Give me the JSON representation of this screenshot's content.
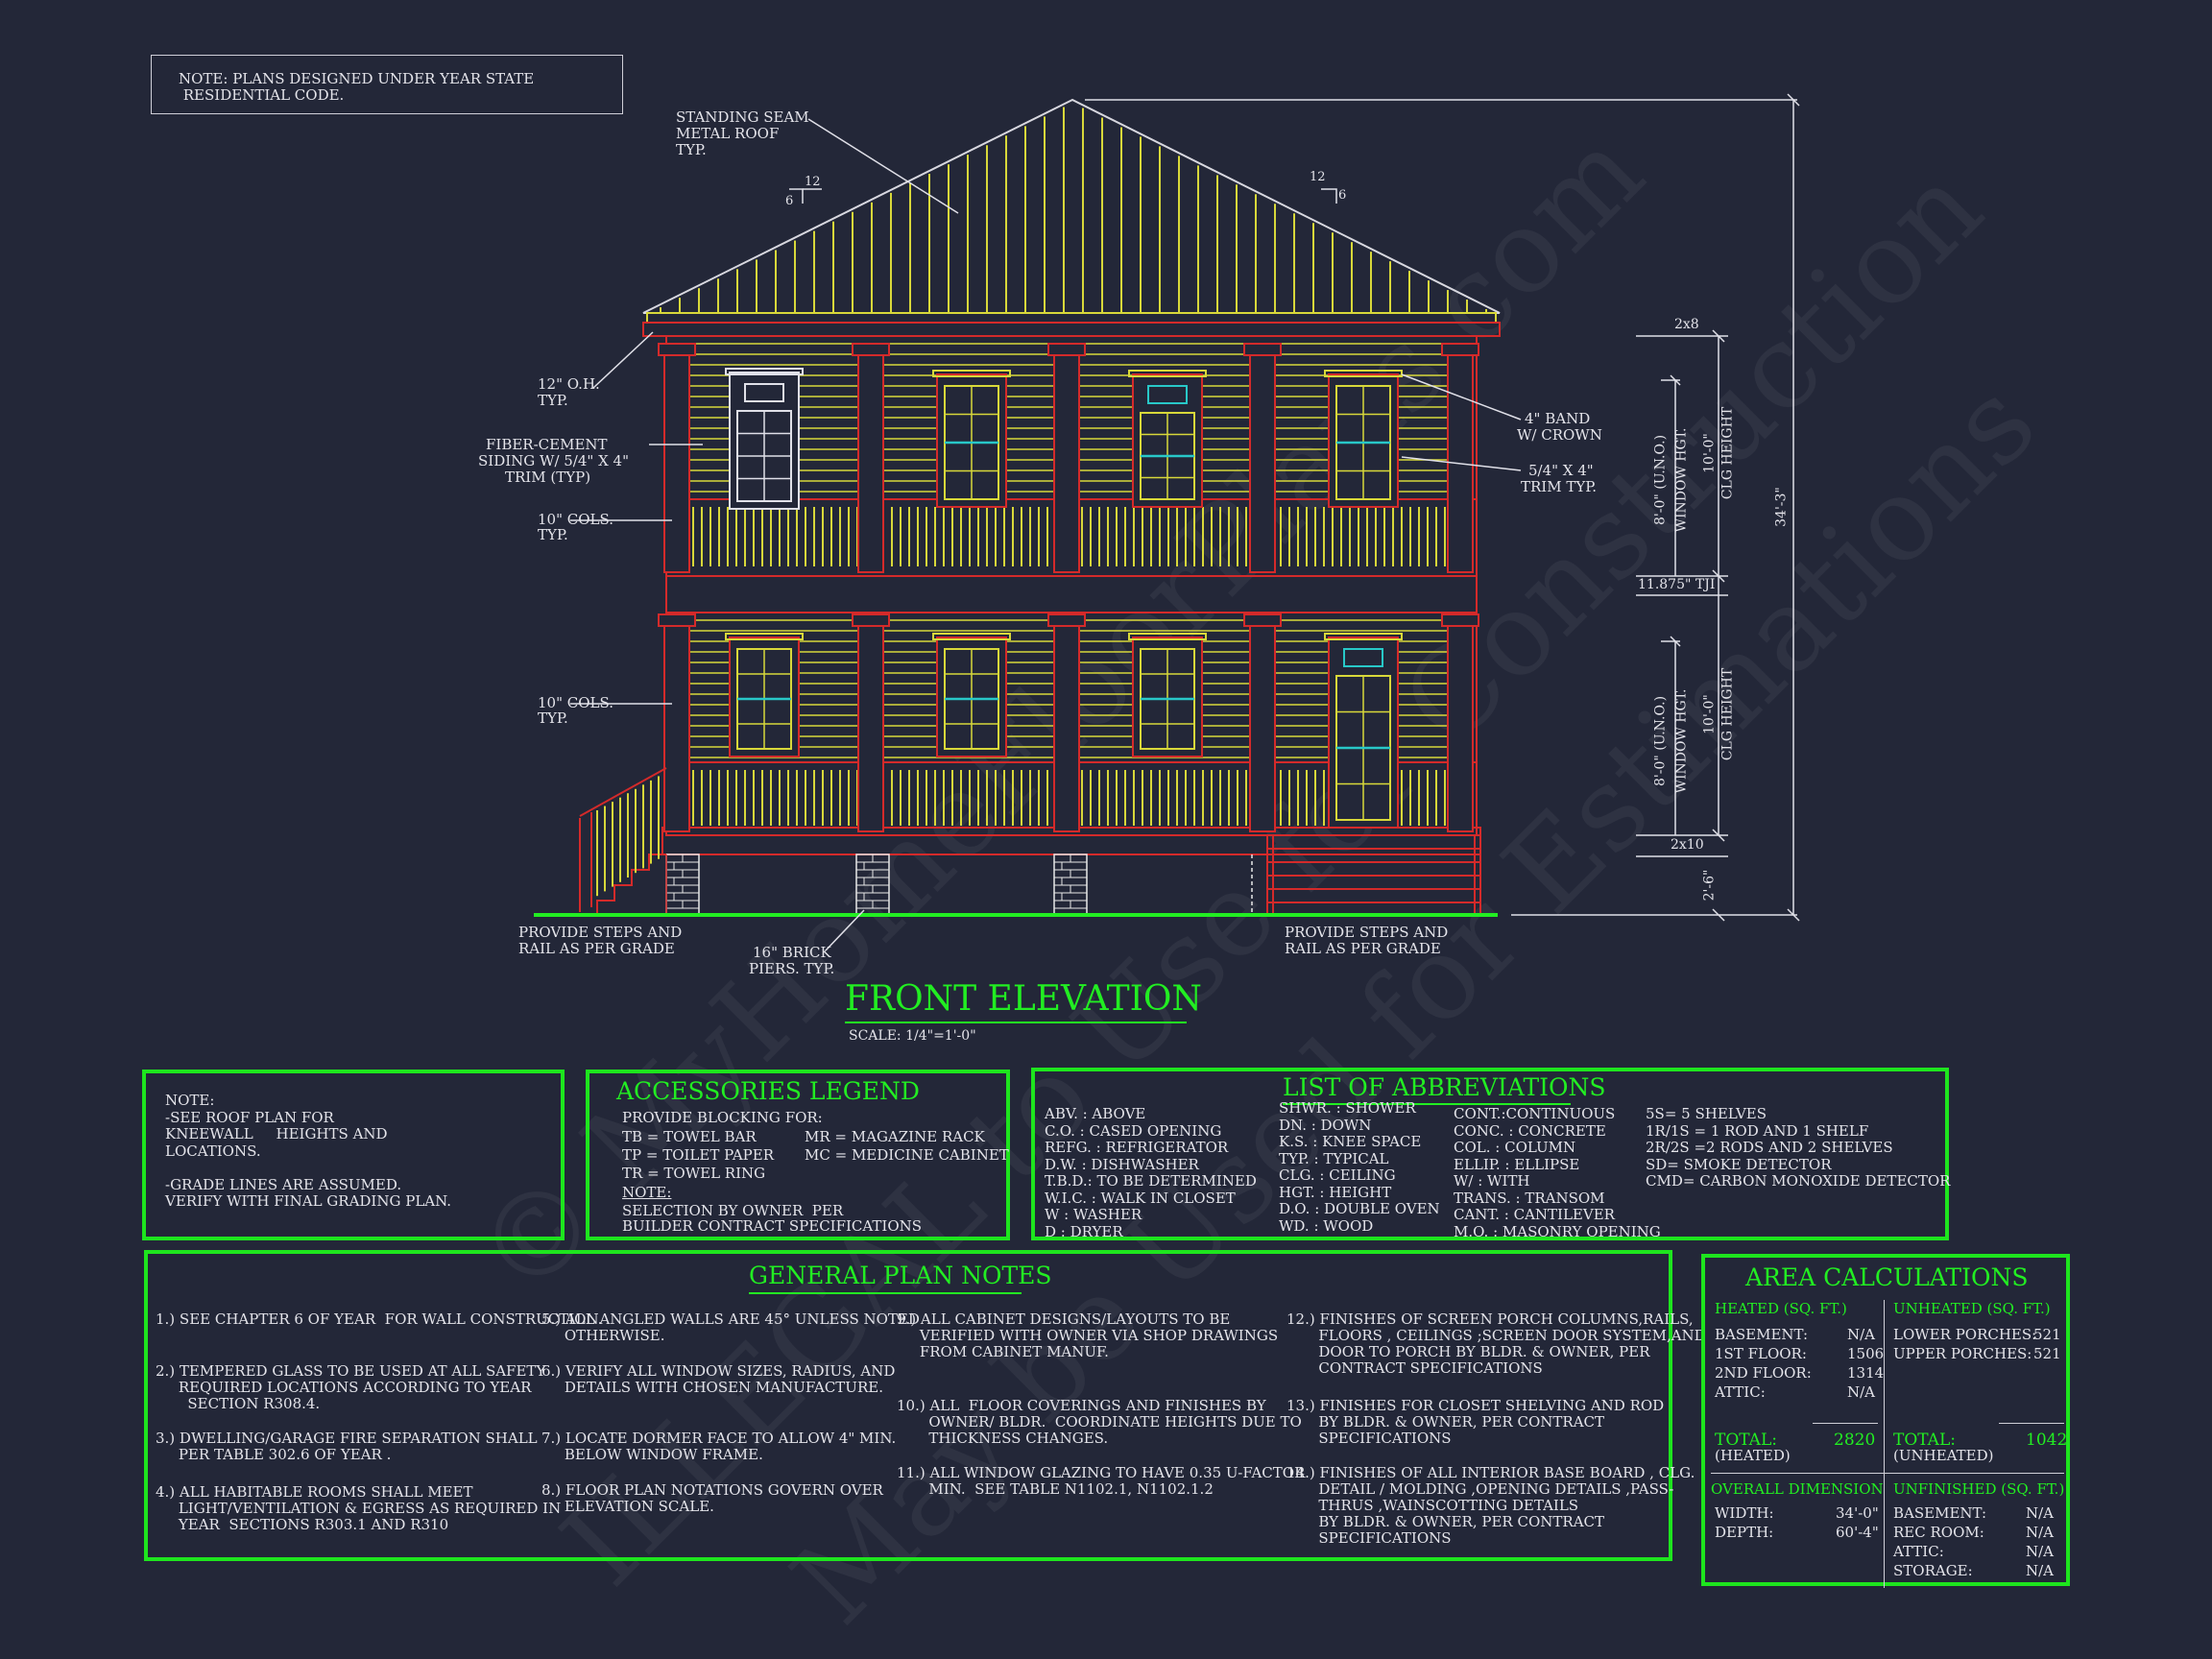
{
  "top_note": [
    "NOTE: PLANS DESIGNED UNDER YEAR STATE",
    " RESIDENTIAL CODE."
  ],
  "callouts": {
    "roof": [
      "STANDING SEAM",
      "METAL ROOF",
      "TYP."
    ],
    "pitch_left_rise": "12",
    "pitch_left_run": "6",
    "pitch_right_rise": "12",
    "pitch_right_run": "6",
    "overhang": [
      "12\" O.H.",
      "TYP."
    ],
    "siding": [
      "FIBER-CEMENT",
      "SIDING W/ 5/4\" X 4\"",
      "TRIM (TYP)"
    ],
    "cols_upper": [
      "10\" COLS.",
      "TYP."
    ],
    "cols_lower": [
      "10\" COLS.",
      "TYP."
    ],
    "band": [
      "4\" BAND",
      "W/ CROWN"
    ],
    "trim": [
      "5/4\" X 4\"",
      "TRIM TYP."
    ],
    "steps_left": [
      "PROVIDE STEPS AND",
      "RAIL AS PER GRADE"
    ],
    "piers": [
      "16\" BRICK",
      "PIERS. TYP."
    ],
    "steps_right": [
      "PROVIDE STEPS AND",
      "RAIL AS PER GRADE"
    ]
  },
  "dimensions": {
    "top_joist": "2x8",
    "window_hgt_upper": "8'-0\" (U.N.O.)",
    "window_hgt_label_upper": "WINDOW HGT.",
    "clg_upper": "10'-0\"",
    "clg_label_upper": "CLG HEIGHT",
    "tji": "11.875\" TJI",
    "window_hgt_lower": "8'-0\" (U.N.O.)",
    "window_hgt_label_lower": "WINDOW HGT.",
    "clg_lower": "10'-0\"",
    "clg_label_lower": "CLG HEIGHT",
    "floor_joist": "2x10",
    "foundation": "2'-6\"",
    "total_height": "34'-3\""
  },
  "title": "FRONT ELEVATION",
  "scale": "SCALE: 1/4\"=1'-0\"",
  "note_box": [
    "NOTE:",
    "-SEE ROOF PLAN FOR",
    "KNEEWALL     HEIGHTS AND",
    "LOCATIONS.",
    "",
    "-GRADE LINES ARE ASSUMED.",
    "VERIFY WITH FINAL GRADING PLAN."
  ],
  "accessories": {
    "title": "ACCESSORIES LEGEND",
    "intro": "PROVIDE BLOCKING FOR:",
    "col1": [
      "TB = TOWEL BAR",
      "TP = TOILET PAPER",
      "TR = TOWEL RING"
    ],
    "col2": [
      "MR = MAGAZINE RACK",
      "MC = MEDICINE CABINET"
    ],
    "note_label": "NOTE:",
    "note": [
      "SELECTION BY OWNER  PER",
      "BUILDER CONTRACT SPECIFICATIONS"
    ]
  },
  "abbreviations": {
    "title": "LIST OF ABBREVIATIONS",
    "col1": [
      "ABV. : ABOVE",
      "C.O. : CASED OPENING",
      "REFG. : REFRIGERATOR",
      "D.W. : DISHWASHER",
      "T.B.D.: TO BE DETERMINED",
      "W.I.C. : WALK IN CLOSET",
      "W : WASHER",
      "D : DRYER"
    ],
    "col2": [
      "SHWR. : SHOWER",
      "DN. : DOWN",
      "K.S. : KNEE SPACE",
      "TYP. : TYPICAL",
      "CLG. : CEILING",
      "HGT. : HEIGHT",
      "D.O. : DOUBLE OVEN",
      "WD. : WOOD"
    ],
    "col3": [
      "CONT.:CONTINUOUS",
      "CONC. : CONCRETE",
      "COL. : COLUMN",
      "ELLIP. : ELLIPSE",
      "W/ : WITH",
      "TRANS. : TRANSOM",
      "CANT. : CANTILEVER",
      "M.O. : MASONRY OPENING"
    ],
    "col4": [
      "5S= 5 SHELVES",
      "1R/1S = 1 ROD AND 1 SHELF",
      "2R/2S =2 RODS AND 2 SHELVES",
      "SD= SMOKE DETECTOR",
      "CMD= CARBON MONOXIDE DETECTOR"
    ]
  },
  "general_notes": {
    "title": "GENERAL PLAN NOTES",
    "n1": [
      "1.) SEE CHAPTER 6 OF YEAR  FOR WALL CONSTRUCTION."
    ],
    "n2": [
      "2.) TEMPERED GLASS TO BE USED AT ALL SAFETY",
      "     REQUIRED LOCATIONS ACCORDING TO YEAR",
      "       SECTION R308.4."
    ],
    "n3": [
      "3.) DWELLING/GARAGE FIRE SEPARATION SHALL",
      "     PER TABLE 302.6 OF YEAR ."
    ],
    "n4": [
      "4.) ALL HABITABLE ROOMS SHALL MEET",
      "     LIGHT/VENTILATION & EGRESS AS REQUIRED IN",
      "     YEAR  SECTIONS R303.1 AND R310"
    ],
    "n5": [
      "5.) ALL ANGLED WALLS ARE 45° UNLESS NOTED",
      "     OTHERWISE."
    ],
    "n6": [
      "6.) VERIFY ALL WINDOW SIZES, RADIUS, AND",
      "     DETAILS WITH CHOSEN MANUFACTURE."
    ],
    "n7": [
      "7.) LOCATE DORMER FACE TO ALLOW 4\" MIN.",
      "     BELOW WINDOW FRAME."
    ],
    "n8": [
      "8.) FLOOR PLAN NOTATIONS GOVERN OVER",
      "     ELEVATION SCALE."
    ],
    "n9": [
      "9.) ALL CABINET DESIGNS/LAYOUTS TO BE",
      "     VERIFIED WITH OWNER VIA SHOP DRAWINGS",
      "     FROM CABINET MANUF."
    ],
    "n10": [
      "10.) ALL  FLOOR COVERINGS AND FINISHES BY",
      "       OWNER/ BLDR.  COORDINATE HEIGHTS DUE TO",
      "       THICKNESS CHANGES."
    ],
    "n11": [
      "11.) ALL WINDOW GLAZING TO HAVE 0.35 U-FACTOR",
      "       MIN.  SEE TABLE N1102.1, N1102.1.2"
    ],
    "n12": [
      "12.) FINISHES OF SCREEN PORCH COLUMNS,RAILS,",
      "       FLOORS , CEILINGS ;SCREEN DOOR SYSTEM,AND",
      "       DOOR TO PORCH BY BLDR. & OWNER, PER",
      "       CONTRACT SPECIFICATIONS"
    ],
    "n13": [
      "13.) FINISHES FOR CLOSET SHELVING AND ROD",
      "       BY BLDR. & OWNER, PER CONTRACT",
      "       SPECIFICATIONS"
    ],
    "n14": [
      "14.) FINISHES OF ALL INTERIOR BASE BOARD , CLG.",
      "       DETAIL / MOLDING ,OPENING DETAILS ,PASS-",
      "       THRUS ,WAINSCOTTING DETAILS",
      "       BY BLDR. & OWNER, PER CONTRACT",
      "       SPECIFICATIONS"
    ]
  },
  "area": {
    "title": "AREA CALCULATIONS",
    "heated_title": "HEATED (SQ. FT.)",
    "heated": [
      {
        "label": "BASEMENT:",
        "value": "N/A"
      },
      {
        "label": "1ST FLOOR:",
        "value": "1506"
      },
      {
        "label": "2ND FLOOR:",
        "value": "1314"
      },
      {
        "label": "ATTIC:",
        "value": "N/A"
      }
    ],
    "unheated_title": "UNHEATED (SQ. FT.)",
    "unheated": [
      {
        "label": "LOWER PORCHES:",
        "value": "521"
      },
      {
        "label": "UPPER PORCHES:",
        "value": "521"
      }
    ],
    "total_label": "TOTAL:",
    "heated_total": "2820",
    "heated_total_note": "(HEATED)",
    "unheated_total": "1042",
    "unheated_total_note": "(UNHEATED)",
    "overall_title": "OVERALL DIMENSION",
    "overall": [
      {
        "label": "WIDTH:",
        "value": "34'-0\""
      },
      {
        "label": "DEPTH:",
        "value": "60'-4\""
      }
    ],
    "unfinished_title": "UNFINISHED (SQ. FT.)",
    "unfinished": [
      {
        "label": "BASEMENT:",
        "value": "N/A"
      },
      {
        "label": "REC ROOM:",
        "value": "N/A"
      },
      {
        "label": "ATTIC:",
        "value": "N/A"
      },
      {
        "label": "STORAGE:",
        "value": "N/A"
      }
    ]
  },
  "watermark": [
    "© MyHomeFloorPlans.com",
    "ILLEGAL to Use for Construction",
    "May be Used for Estimations"
  ],
  "colors": {
    "background": "#232738",
    "border_green": "#1ee51e",
    "wall_red": "#d42a2a",
    "siding_yellow": "#d8d83a",
    "glass_cyan": "#28c8c8",
    "brick_white": "#e8e8e8"
  }
}
